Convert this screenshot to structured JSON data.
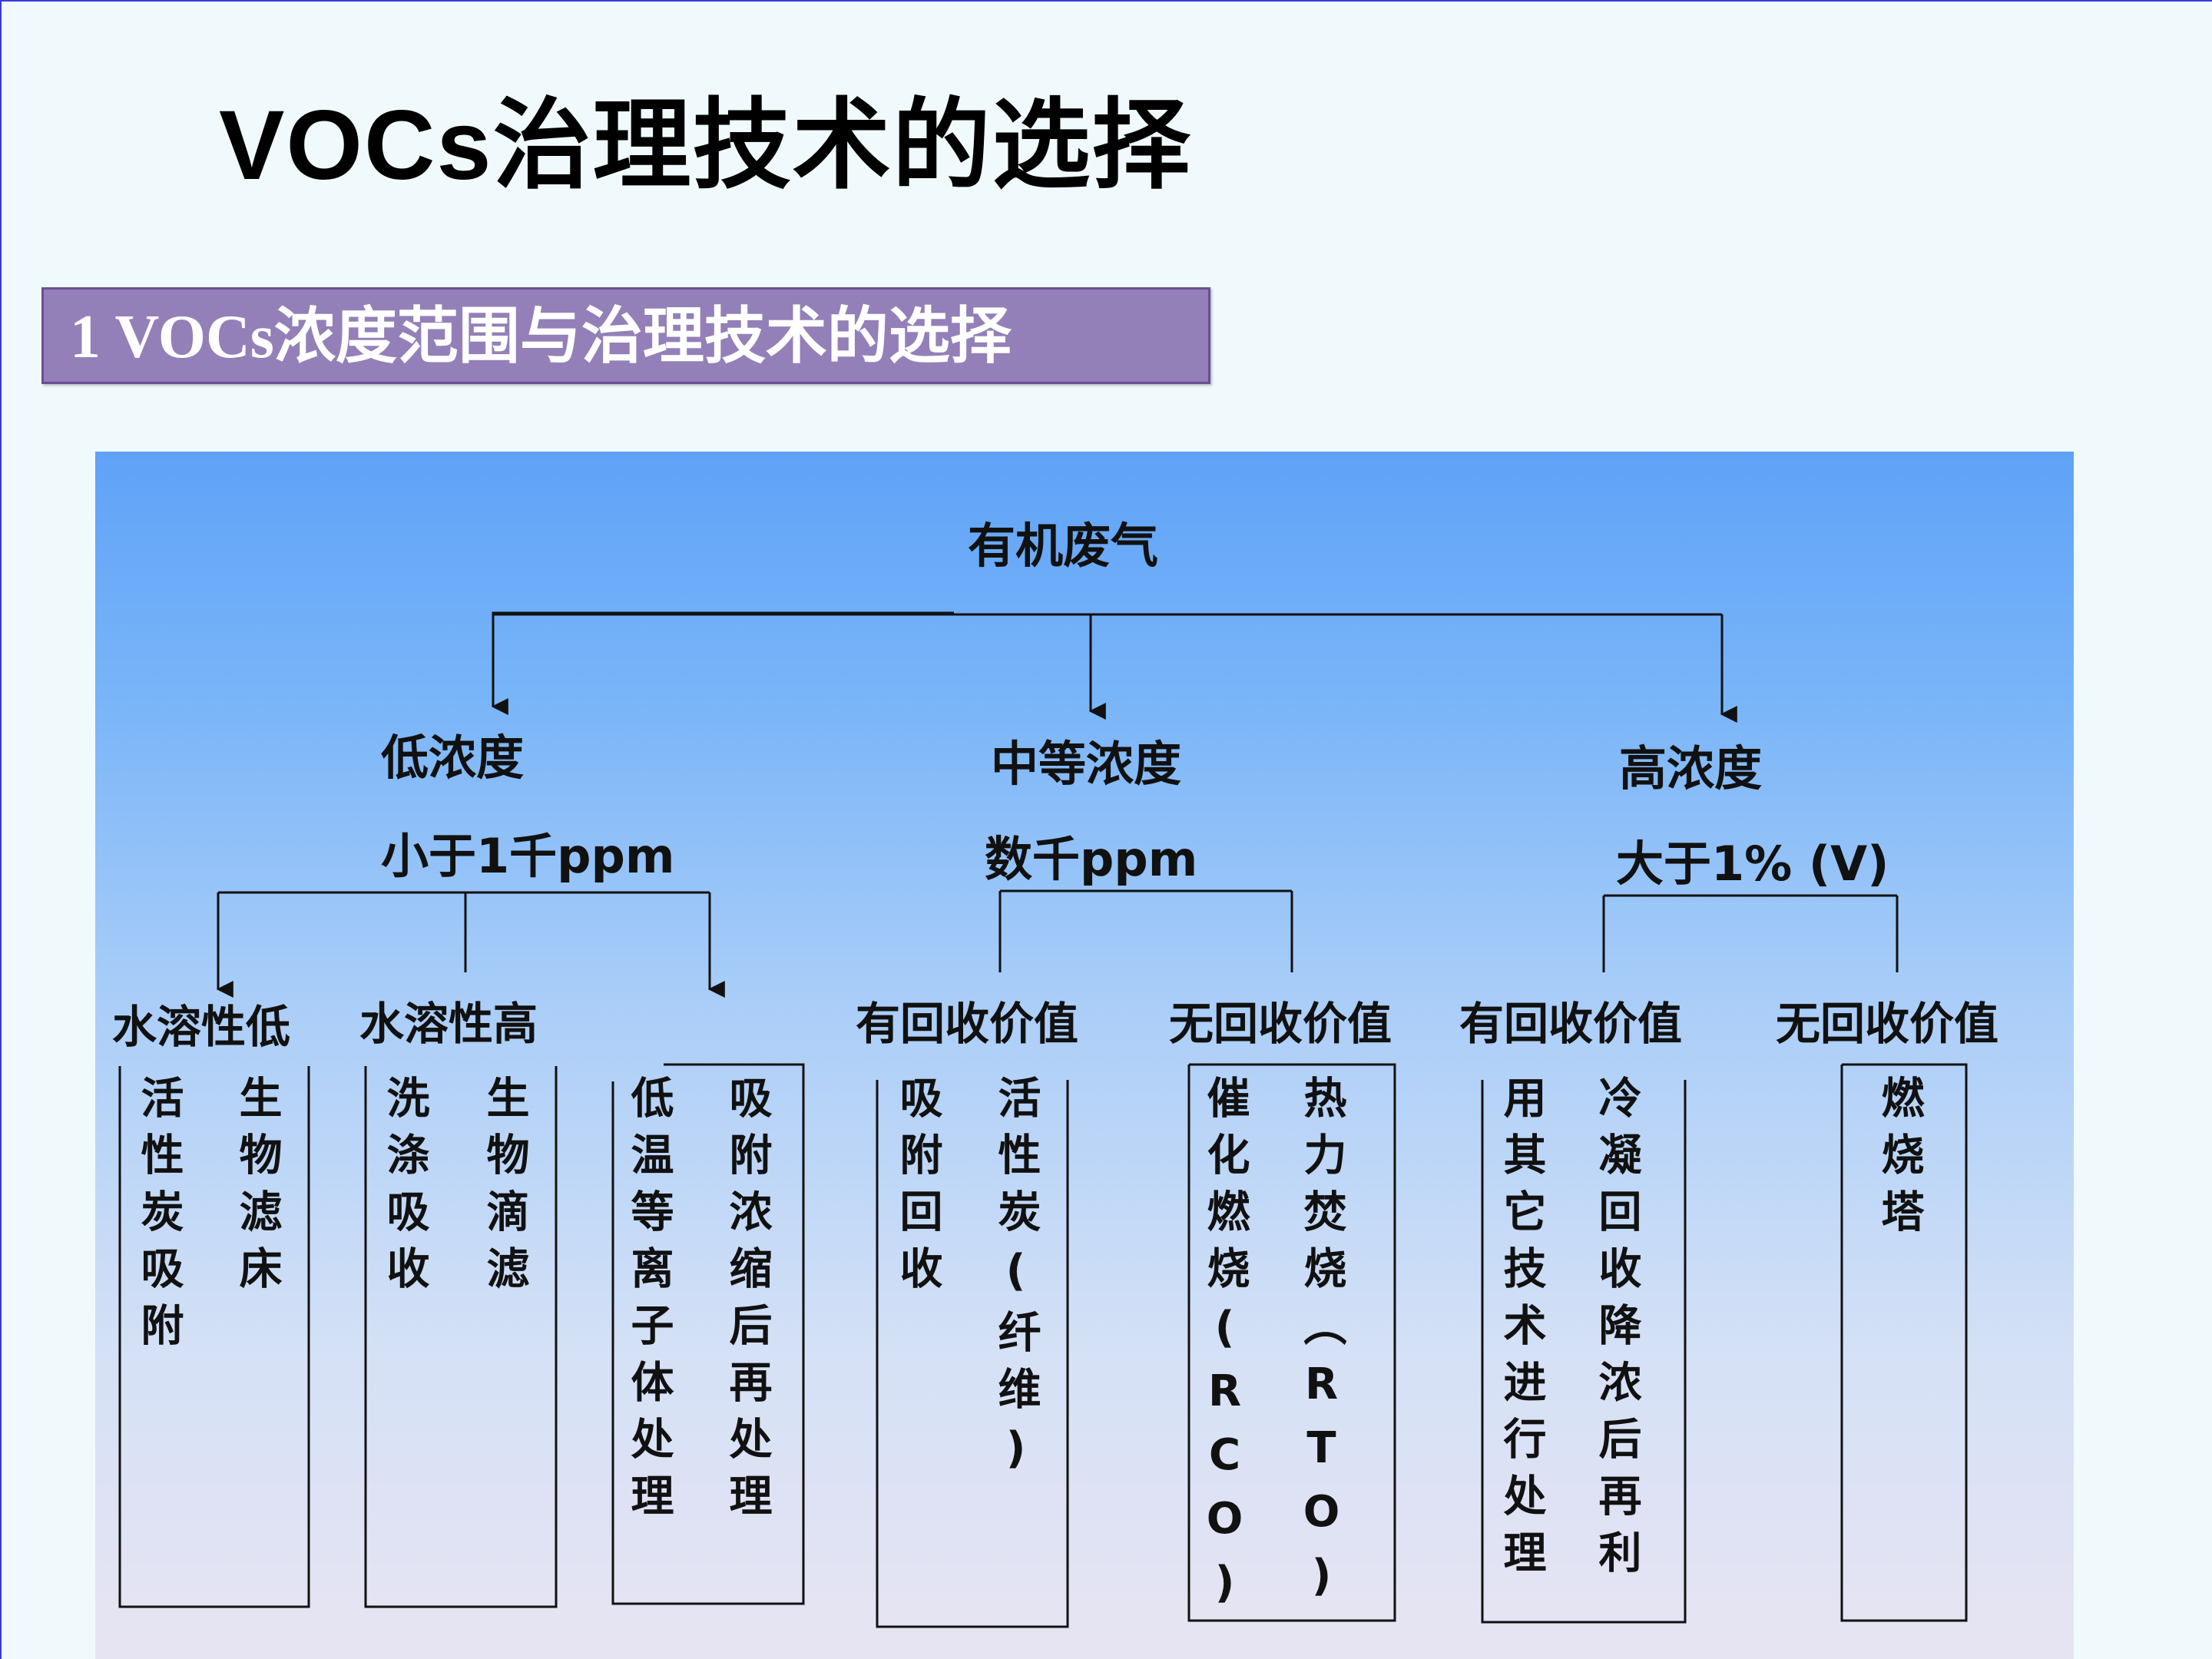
{
  "title": "VOCs治理技术的选择",
  "section": "1 VOCs浓度范围与治理技术的选择",
  "diagram": {
    "root": "有机废气",
    "low": {
      "label": "低浓度",
      "range": "小于1千ppm",
      "children": [
        {
          "label": "水溶性低",
          "cols": [
            "活性炭吸附",
            "生物滤床"
          ]
        },
        {
          "label": "水溶性高",
          "cols": [
            "洗涤吸收",
            "生物滴滤"
          ]
        },
        {
          "label": "",
          "cols": [
            "低温等离子体处理",
            "吸附浓缩后再处理"
          ]
        }
      ]
    },
    "mid": {
      "label": "中等浓度",
      "range": "数千ppm",
      "children": [
        {
          "label": "有回收价值",
          "cols": [
            "吸附回收",
            "活性炭(纤维)"
          ]
        },
        {
          "label": "无回收价值",
          "cols": [
            "催化燃烧(RCO)",
            "热力焚烧（RTO)"
          ]
        }
      ]
    },
    "high": {
      "label": "高浓度",
      "range": "大于1% (V)",
      "children": [
        {
          "label": "有回收价值",
          "cols": [
            "用其它技术进行处理",
            "冷凝回收降浓后再利"
          ]
        },
        {
          "label": "无回收价值",
          "cols": [
            "燃烧塔"
          ]
        }
      ]
    }
  }
}
